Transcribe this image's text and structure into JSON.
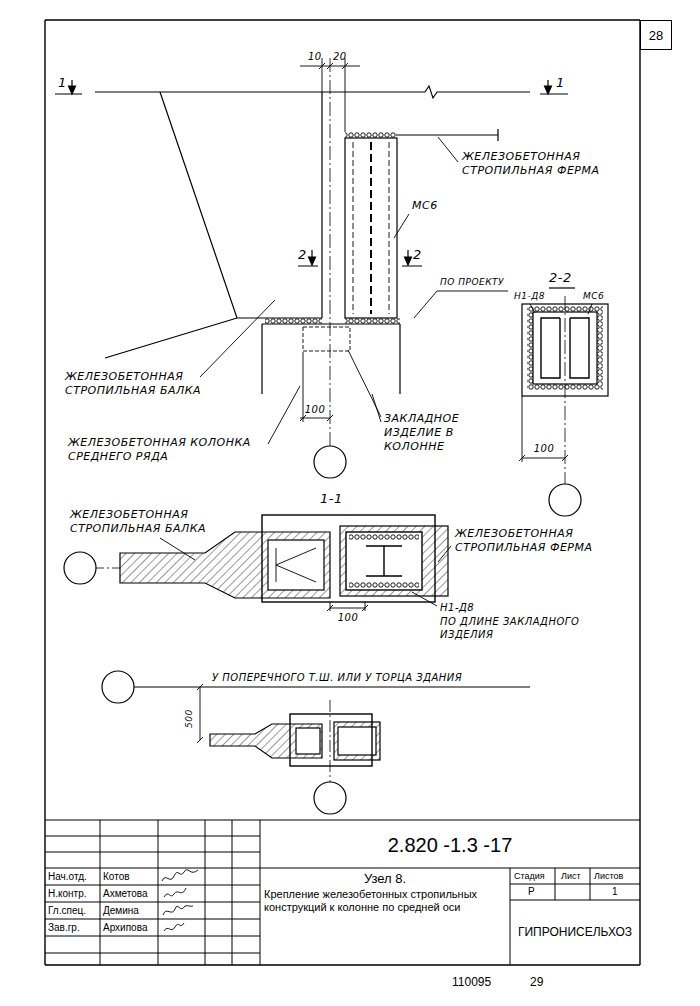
{
  "diagram": {
    "nodes": [
      {
        "text": [
          "28"
        ]
      }
    ],
    "labels": [
      "1",
      "1",
      "10",
      "20",
      "ЖЕЛЕЗОБЕТОННАЯ СТРОПИЛЬНАЯ ФЕРМА",
      "МС6",
      "2",
      "2",
      "ПО ПРОЕКТУ",
      "2-2",
      "Н1-Д8",
      "МС6",
      "ЖЕЛЕЗОБЕТОННАЯ СТРОПИЛЬНАЯ БАЛКА",
      "ЖЕЛЕЗОБЕТОННАЯ КОЛОНКА СРЕДНЕГО РЯДА",
      "100",
      "ЗАКЛАДНОЕ ИЗДЕЛИЕ В КОЛОННЕ",
      "100",
      "1-1",
      "ЖЕЛЕЗОБЕТОННАЯ СТРОПИЛЬНАЯ БАЛКА",
      "ЖЕЛЕЗОБЕТОННАЯ СТРОПИЛЬНАЯ ФЕРМА",
      "Н1-Д8",
      "ПО ДЛИНЕ ЗАКЛАДНОГО ИЗДЕЛИЯ",
      "100",
      "У ПОПЕРЕЧНОГО Т.Ш. ИЛИ У ТОРЦА ЗДАНИЯ",
      "500",
      "2.820 -1.3 -17",
      "Узел 8.",
      "Крепление железобетонных стропильных конструкций к колонне по средней оси",
      "Стадия",
      "Лист",
      "Листов",
      "Р",
      "1",
      "ГИПРОНИСЕЛЬХОЗ",
      "Нач.отд.",
      "Котов",
      "Н.контр.",
      "Ахметова",
      "Гл.спец.",
      "Демина",
      "Зав.гр.",
      "Архипова",
      "110095",
      "29"
    ]
  }
}
